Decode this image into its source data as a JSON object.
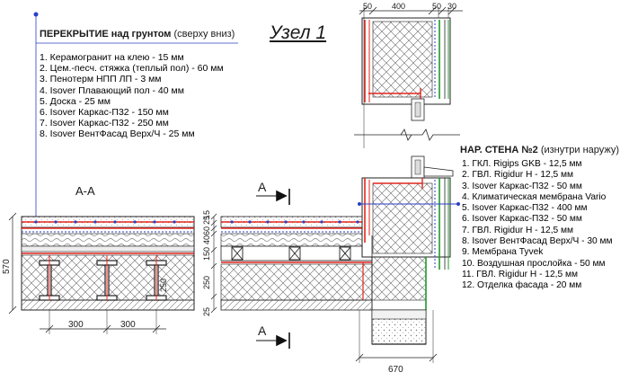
{
  "floor": {
    "title": "ПЕРЕКРЫТИЕ над грунтом",
    "subtitle": "(сверху вниз)",
    "layers": [
      "1. Керамогранит на клею - 15 мм",
      "2. Цем.-песч. стяжка (теплый пол) - 60 мм",
      "3. Пенотерм НПП ЛП - 3 мм",
      "4. Isover Плавающий пол - 40 мм",
      "5. Доска - 25 мм",
      "6. Isover Каркас-П32 - 150 мм",
      "7. Isover Каркас-П32 - 250 мм",
      "8. Isover ВентФасад Верх/Ч - 25 мм"
    ]
  },
  "node_title": "Узел 1",
  "wall": {
    "title": "НАР. СТЕНА №2",
    "subtitle": "(изнутри наружу)",
    "layers": [
      "1. ГКЛ. Rigips GKB - 12,5 мм",
      "2. ГВЛ. Rigidur H - 12,5 мм",
      "3. Isover Каркас-П32 - 50 мм",
      "4. Климатическая мембрана Vario",
      "5. Isover Каркас-П32 - 400 мм",
      "6. Isover Каркас-П32 - 50 мм",
      "7. ГВЛ. Rigidur H - 12,5 мм",
      "8. Isover ВентФасад Верх/Ч - 30 мм",
      "9. Мембрана Tyvek",
      "10. Воздушная прослойка - 50 мм",
      "11. ГВЛ. Rigidur H - 12,5 мм",
      "12. Отделка фасада - 20 мм"
    ]
  },
  "section_label": "А-А",
  "cut_mark_top": "А",
  "cut_mark_bottom": "А",
  "dims": {
    "top_50a": "50",
    "top_400": "400",
    "top_50b": "50",
    "top_30": "30",
    "height_570": "570",
    "spacing_300a": "300",
    "spacing_300b": "300",
    "joist_250": "250",
    "layer_25": "25",
    "layer_60": "60",
    "layer_15": "15",
    "layer_40": "40",
    "layer_150": "150",
    "layer_250": "250",
    "layer_25b": "25",
    "base_670": "670"
  },
  "colors": {
    "red": "#e0261e",
    "blue": "#2a3fc4",
    "green": "#1f9a2c",
    "hatch": "#555555"
  }
}
